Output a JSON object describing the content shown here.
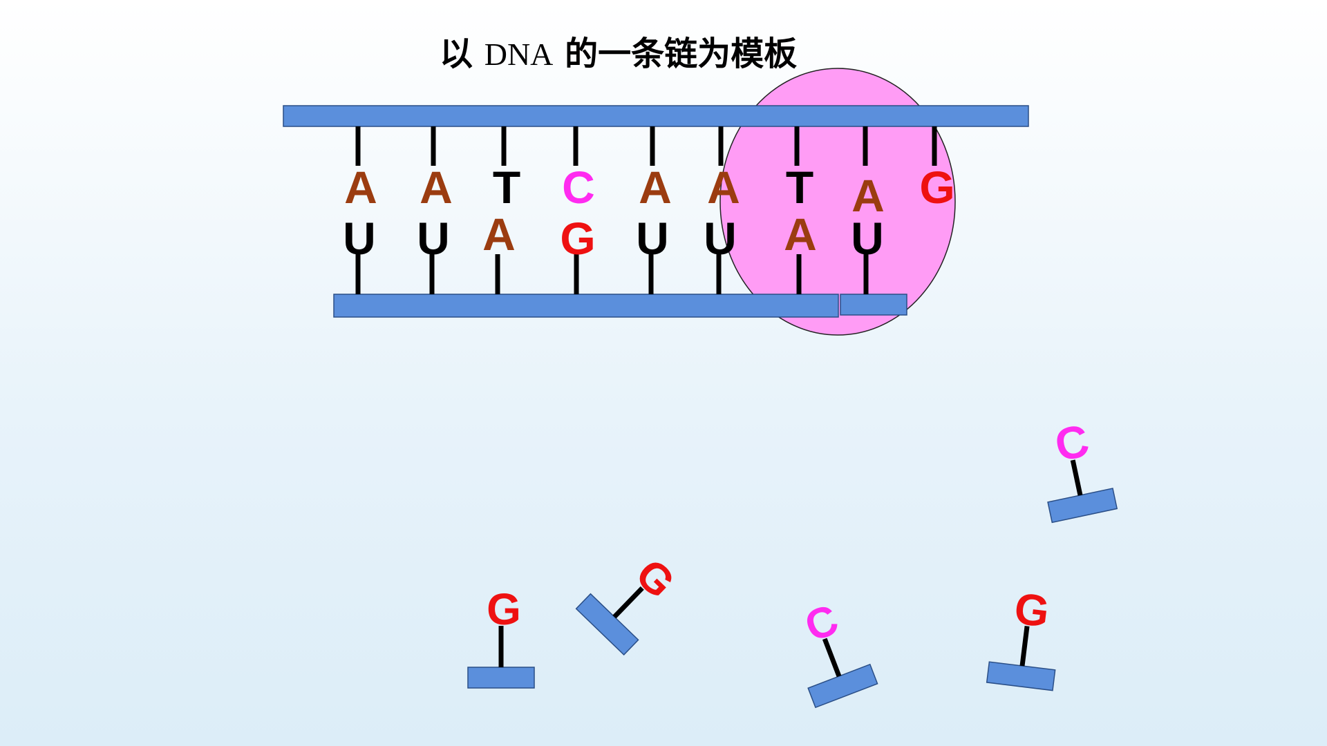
{
  "title": {
    "prefix": "以",
    "dna": "DNA",
    "suffix": "的一条链为模板"
  },
  "colors": {
    "strand": "#5b8fdc",
    "strand_border": "#2a4e86",
    "polymerase": "#ff9cf5",
    "A": "#9b3c10",
    "T": "#000000",
    "U": "#000000",
    "C": "#ff2bf0",
    "G": "#ee1111"
  },
  "template_strand": [
    "A",
    "A",
    "T",
    "C",
    "A",
    "A",
    "T",
    "A",
    "G"
  ],
  "rna_strand": [
    "U",
    "U",
    "A",
    "G",
    "U",
    "U",
    "A",
    "U"
  ],
  "free_nucleotides": [
    "C",
    "G",
    "G",
    "C",
    "G"
  ]
}
